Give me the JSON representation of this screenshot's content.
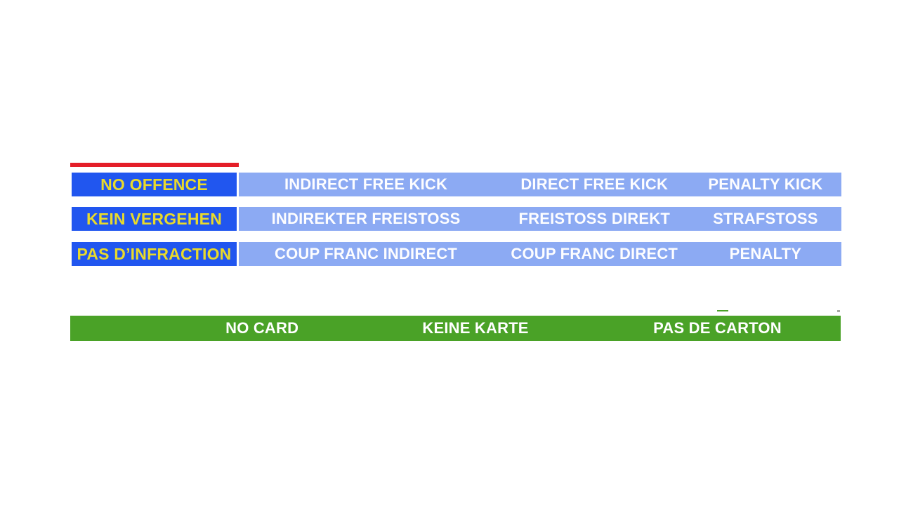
{
  "colors": {
    "accent_blue": "#2156ef",
    "light_blue": "#8caaf3",
    "red_marker": "#e41e28",
    "green": "#4aa227",
    "yellow_text": "#e9da2b",
    "white_text": "#ffffff",
    "background": "#ffffff"
  },
  "decision_table": {
    "rows": [
      {
        "label": "NO OFFENCE",
        "cells": [
          "INDIRECT FREE KICK",
          "DIRECT FREE KICK",
          "PENALTY KICK"
        ]
      },
      {
        "label": "KEIN VERGEHEN",
        "cells": [
          "INDIREKTER FREISTOSS",
          "FREISTOSS DIREKT",
          "STRAFSTOSS"
        ]
      },
      {
        "label": "PAS D’INFRACTION",
        "cells": [
          "COUP FRANC INDIRECT",
          "COUP FRANC DIRECT",
          "PENALTY"
        ]
      }
    ]
  },
  "card_bar": {
    "items": [
      "NO CARD",
      "KEINE KARTE",
      "PAS DE CARTON"
    ]
  }
}
